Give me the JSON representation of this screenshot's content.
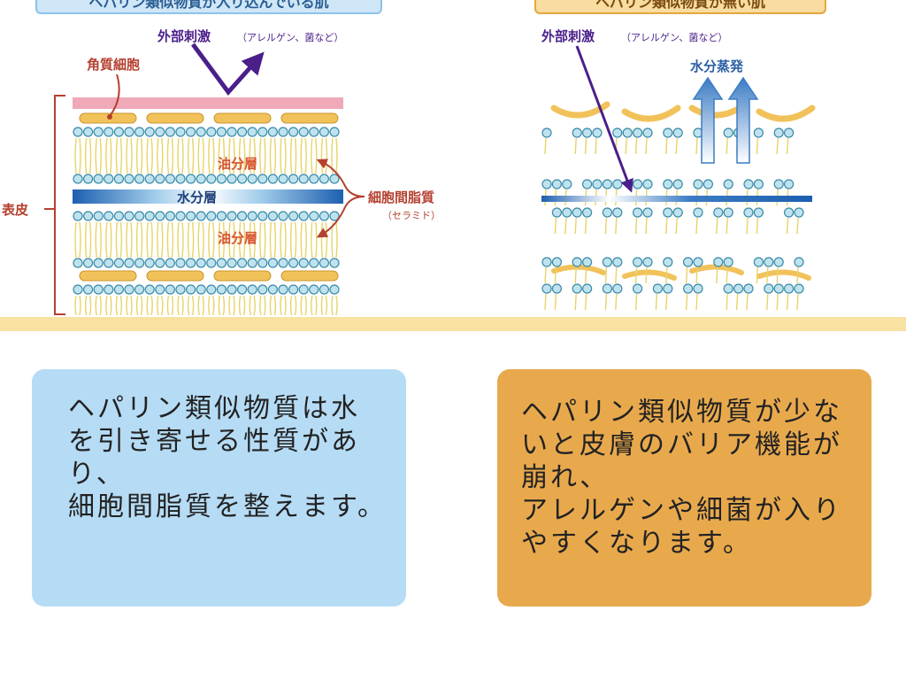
{
  "left_panel": {
    "header": "ヘパリン類似物質が入り込んでいる肌",
    "label_horny_cell": "角質細胞",
    "label_external": "外部刺激",
    "label_external_note": "（アレルゲン、菌など）",
    "label_epidermis": "表皮",
    "label_oil_layer_top": "油分層",
    "label_water_layer": "水分層",
    "label_oil_layer_bottom": "油分層",
    "label_intercellular_lipid": "細胞間脂質",
    "label_ceramide": "（セラミド）"
  },
  "right_panel": {
    "header": "ヘパリン類似物質が無い肌",
    "label_external": "外部刺激",
    "label_external_note": "（アレルゲン、菌など）",
    "label_evaporation": "水分蒸発"
  },
  "boxes": {
    "left": {
      "lines": [
        "ヘパリン類似物質は水",
        "を引き寄せる性質があ",
        "り、",
        "細胞間脂質を整えます。"
      ]
    },
    "right": {
      "lines": [
        "ヘパリン類似物質が少な",
        "いと皮膚のバリア機能が",
        "崩れ、",
        "アレルゲンや細菌が入り",
        "やすくなります。"
      ]
    }
  },
  "colors": {
    "left_box": "#b6dcf5",
    "right_box": "#e8a94d",
    "divider": "#f8e2a2",
    "arrow_purple": "#4a1f8a",
    "label_red": "#b5402f",
    "water_blue": "#1d5fb0",
    "lipid_head": "#bfe3ee",
    "lipid_tail": "#e8d468",
    "horny_cell": "#f2c25a",
    "horny_layer_pink": "#efa9b8"
  }
}
